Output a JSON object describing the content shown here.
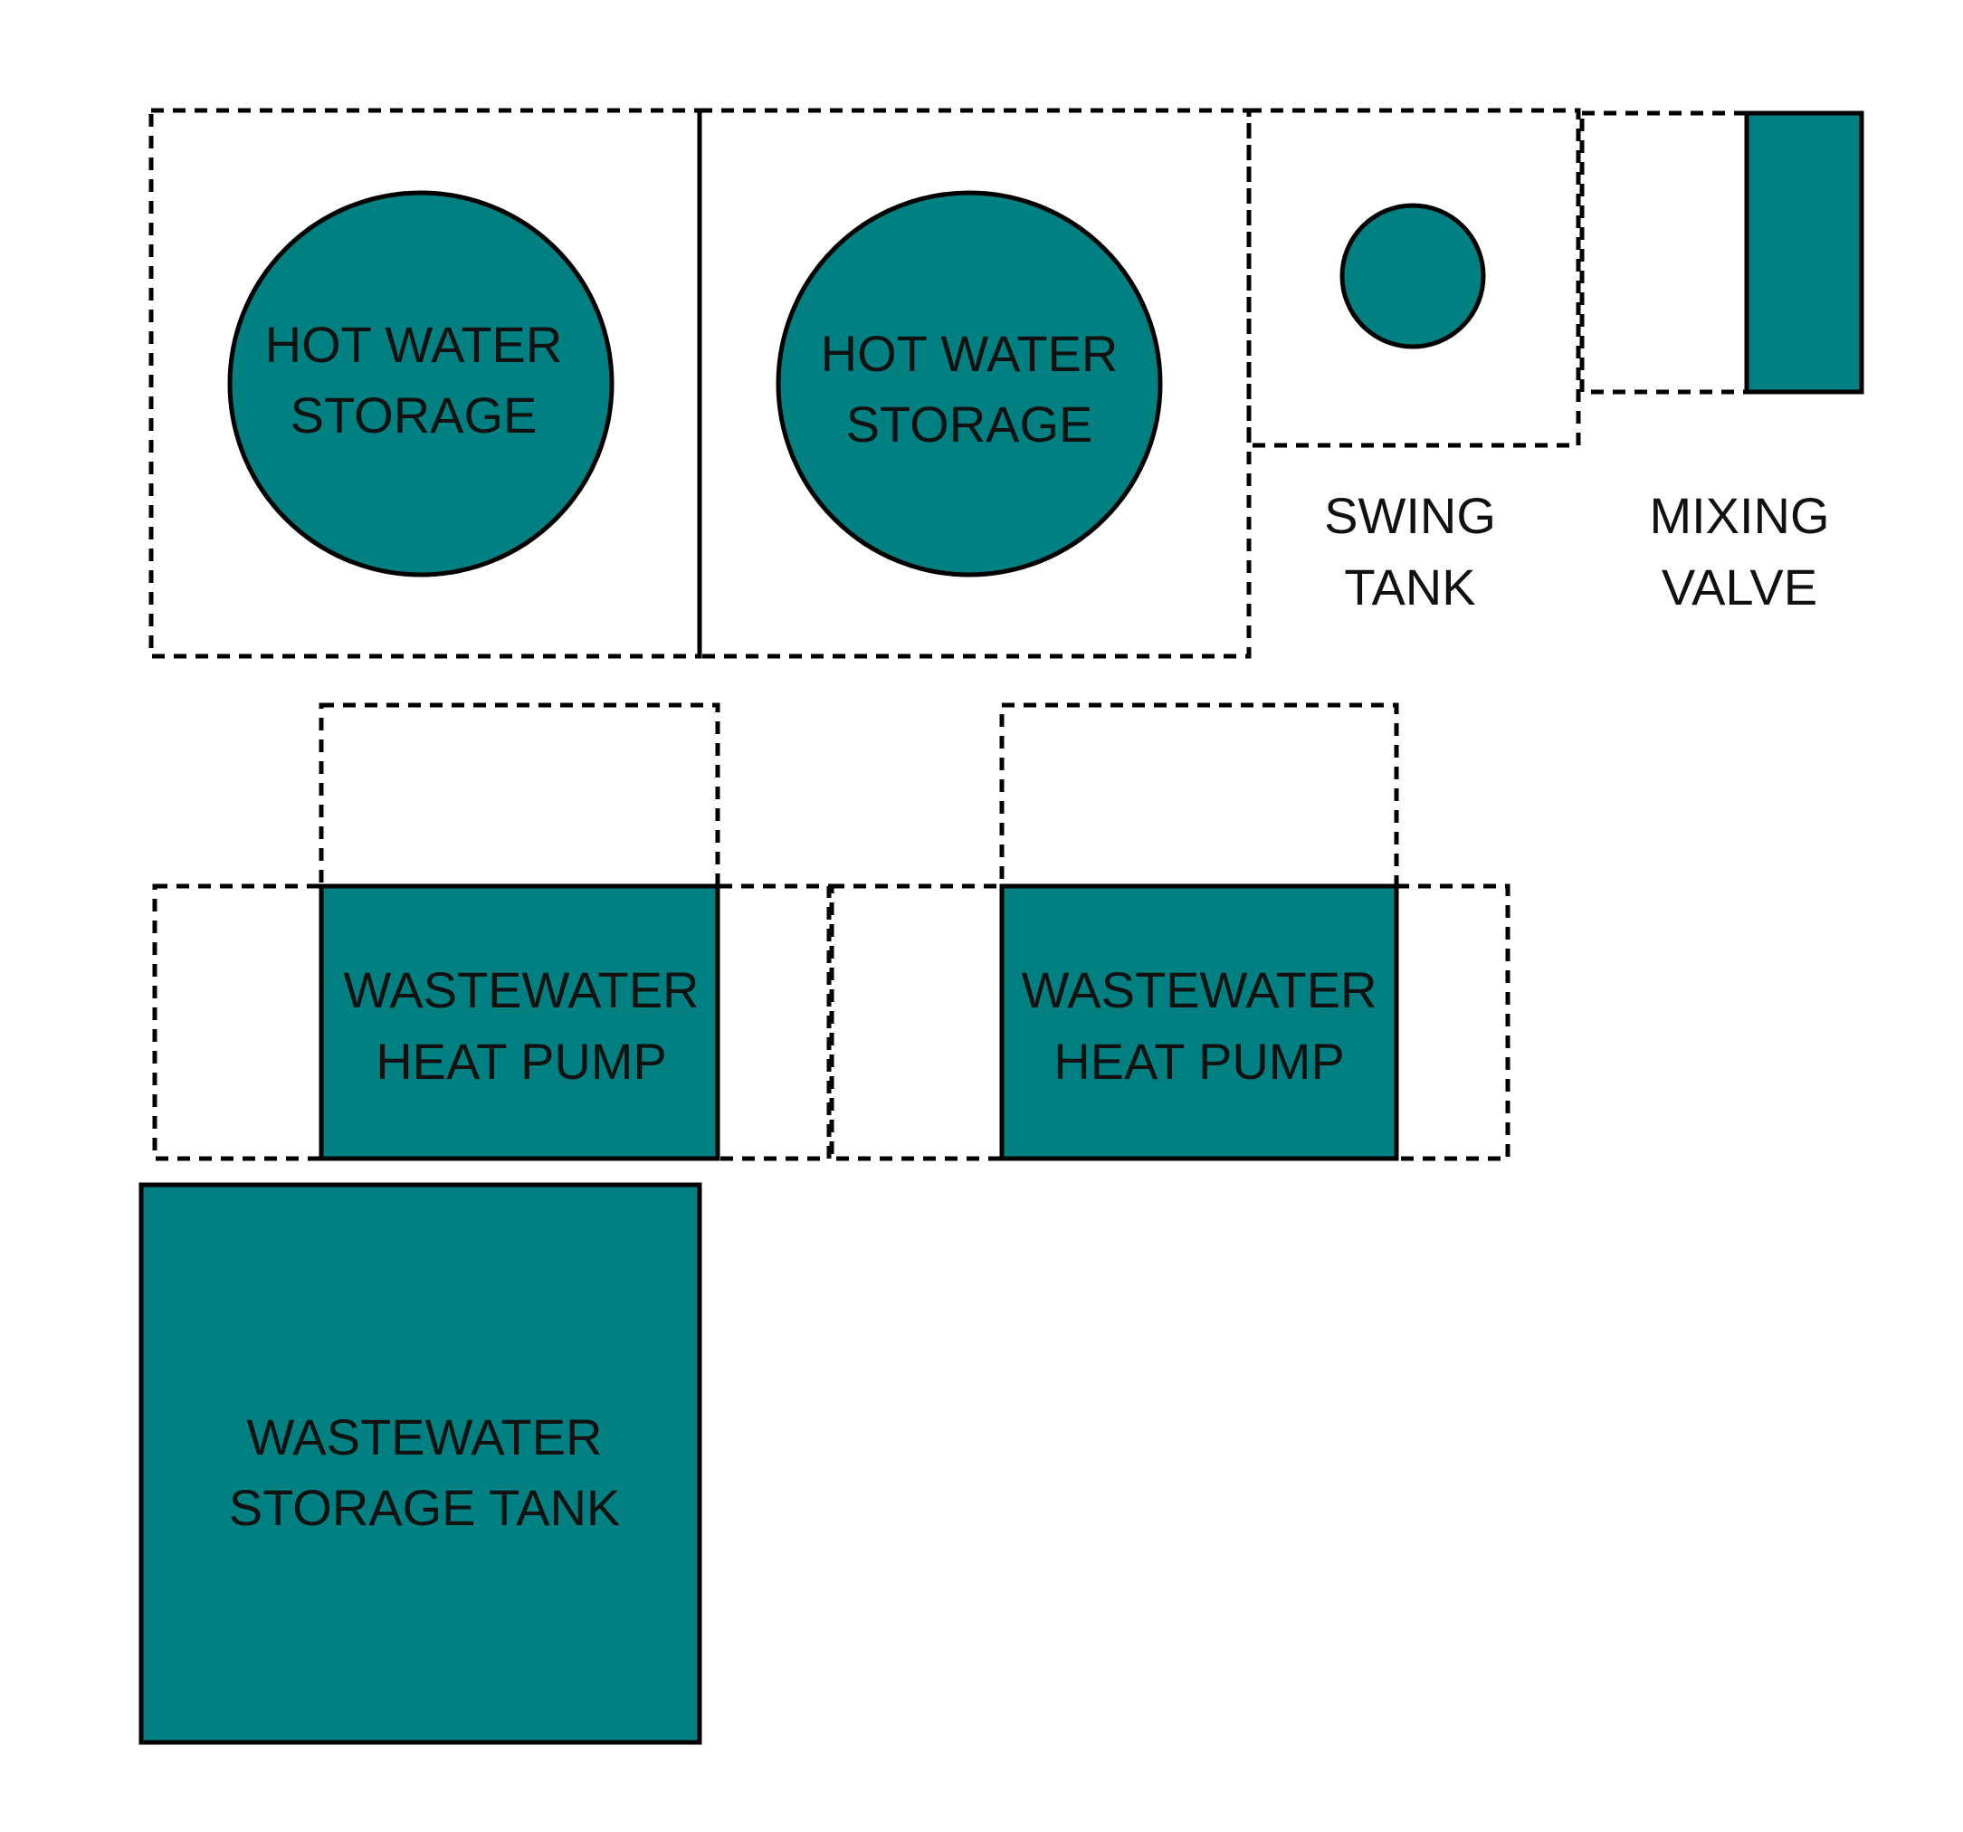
{
  "colors": {
    "equipment_fill": "#008080",
    "outline": "#000000",
    "background": "#ffffff"
  },
  "labels": {
    "hot_water_storage_1": [
      "HOT WATER",
      "STORAGE"
    ],
    "hot_water_storage_2": [
      "HOT WATER",
      "STORAGE"
    ],
    "swing_tank": [
      "SWING",
      "TANK"
    ],
    "mixing_valve": [
      "MIXING",
      "VALVE"
    ],
    "wastewater_heat_pump_1": [
      "WASTEWATER",
      "HEAT PUMP"
    ],
    "wastewater_heat_pump_2": [
      "WASTEWATER",
      "HEAT PUMP"
    ],
    "wastewater_storage_tank": [
      "WASTEWATER",
      "STORAGE TANK"
    ]
  }
}
